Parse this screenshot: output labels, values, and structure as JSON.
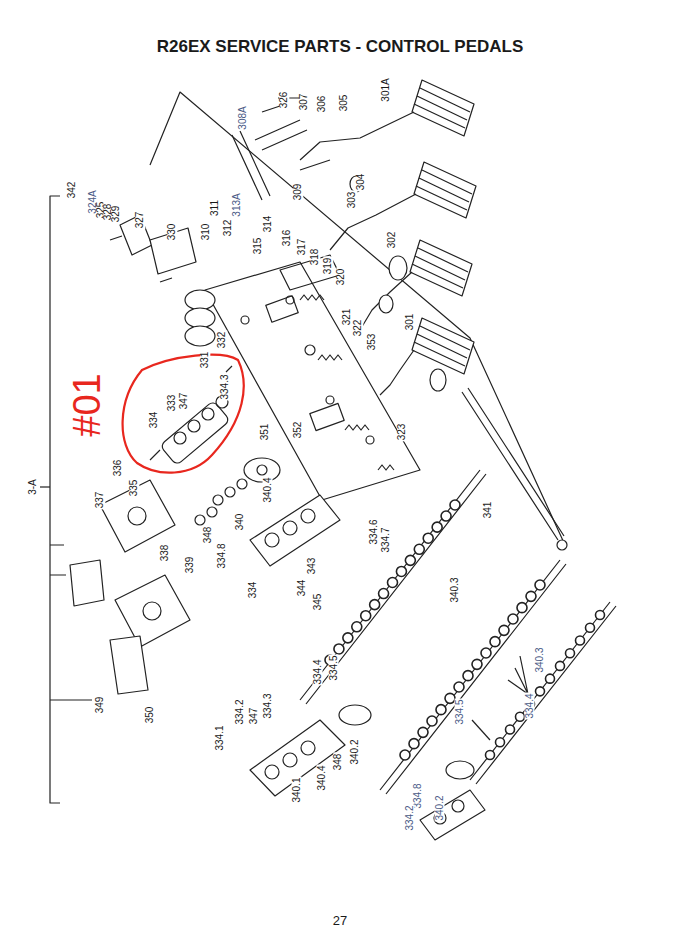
{
  "diagram": {
    "title": "R26EX SERVICE PARTS - CONTROL PEDALS",
    "nodes": [
      {
        "text": [
          "#01"
        ]
      }
    ],
    "labels": [
      "3-A",
      "342",
      "324A",
      "325",
      "328",
      "329",
      "327",
      "330",
      "331",
      "311",
      "310",
      "312",
      "313A",
      "314",
      "315",
      "316",
      "317",
      "318",
      "319",
      "320",
      "321",
      "322",
      "353",
      "323",
      "308A",
      "326",
      "307",
      "306",
      "305",
      "301A",
      "304",
      "303",
      "309",
      "302",
      "301",
      "341",
      "332",
      "334.3",
      "333",
      "347",
      "334",
      "351",
      "352",
      "337",
      "336",
      "335",
      "338",
      "339",
      "334.8",
      "348",
      "340",
      "340.4",
      "343",
      "344",
      "345",
      "334",
      "334.6",
      "334.7",
      "340.3",
      "334.4",
      "334.5",
      "349",
      "350",
      "334.2",
      "347",
      "334.3",
      "334.1",
      "340.2",
      "348",
      "340.4",
      "340.1",
      "340.3",
      "334.4",
      "334.5",
      "334.8",
      "334.2",
      "340.2",
      "27"
    ]
  }
}
